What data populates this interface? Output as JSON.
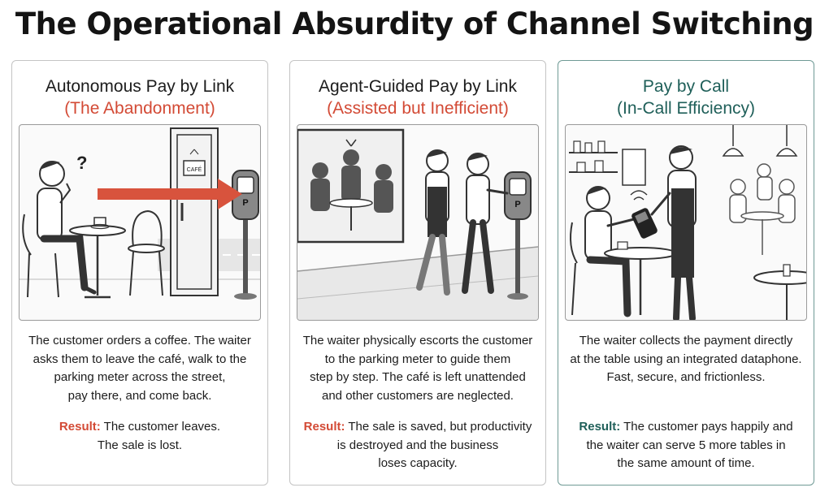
{
  "title": "The Operational Absurdity of Channel Switching",
  "cards": [
    {
      "title": "Autonomous Pay by Link",
      "subtitle": "(The Abandonment)",
      "description": [
        "The customer orders a coffee. The waiter",
        "asks them to leave the café, walk to the",
        "parking meter across the street,",
        "pay there, and come back."
      ],
      "result_label": "Result:",
      "result_text": [
        " The customer leaves.",
        "The sale is lost."
      ],
      "sign_text": "CAFÉ",
      "meter_letter": "P",
      "question_mark": "?",
      "accent_color": "#d34a35"
    },
    {
      "title": "Agent-Guided Pay by Link",
      "subtitle": "(Assisted but Inefficient)",
      "description": [
        "The waiter physically escorts the customer",
        "to the parking meter to guide them",
        "step by step. The café is left unattended",
        "and other customers are neglected."
      ],
      "result_label": "Result:",
      "result_text": [
        " The sale is saved, but productivity",
        "is destroyed and the business",
        "loses capacity."
      ],
      "meter_letter": "P",
      "accent_color": "#d34a35"
    },
    {
      "title": "Pay by Call",
      "subtitle": "(In-Call Efficiency)",
      "description": [
        "The waiter collects the payment directly",
        "at the table using an integrated dataphone.",
        "Fast, secure, and frictionless."
      ],
      "result_label": "Result:",
      "result_text": [
        " The customer pays happily and",
        "the waiter can serve 5 more tables in",
        "the same amount of time."
      ],
      "accent_color": "#1f5f59"
    }
  ]
}
